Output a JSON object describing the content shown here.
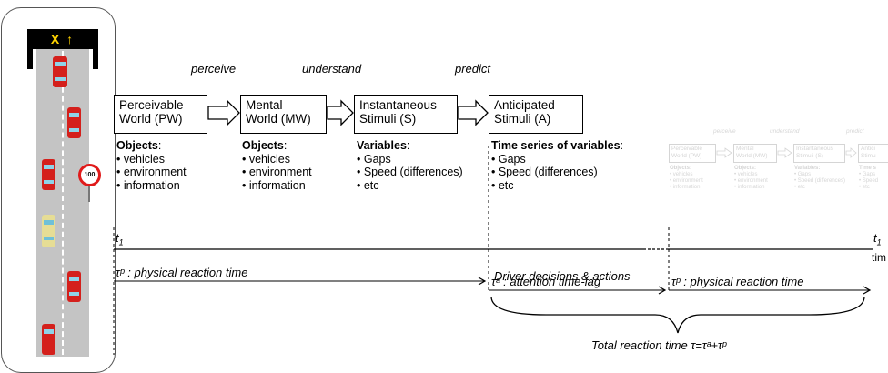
{
  "road": {
    "sign_label": "X ↑",
    "speed_sign": "100"
  },
  "stages": [
    {
      "label": "perceive"
    },
    {
      "label": "understand"
    },
    {
      "label": "predict"
    }
  ],
  "boxes": [
    {
      "label": "Perceivable\nWorld (PW)"
    },
    {
      "label": "Mental\nWorld (MW)"
    },
    {
      "label": "Instantaneous\nStimuli (S)"
    },
    {
      "label": "Anticipated\nStimuli (A)"
    }
  ],
  "lists": [
    {
      "heading": "Objects",
      "items": [
        "• vehicles",
        "• environment",
        "• information"
      ]
    },
    {
      "heading": "Objects",
      "items": [
        "• vehicles",
        "• environment",
        "• information"
      ]
    },
    {
      "heading": "Variables",
      "items": [
        "• Gaps",
        "• Speed (differences)",
        "• etc"
      ]
    },
    {
      "heading": "Time series of variables",
      "items": [
        "• Gaps",
        "• Speed (differences)",
        "• etc"
      ]
    }
  ],
  "timeline": {
    "t1_left": "t",
    "t1_sub": "1",
    "t1_right": "t",
    "t1_right_sub": "1",
    "right_cut_text": "tim"
  },
  "annotations": {
    "physical_reaction_time_1": "τᵖ : physical reaction time",
    "driver_decisions": "Driver decisions & actions",
    "attention_time_lag": "τᵃ : attention time-lag",
    "physical_reaction_time_2": "τᵖ : physical reaction time",
    "total_reaction_time": "Total reaction time τ=τᵃ+τᵖ"
  },
  "faded": {
    "stages": [
      "perceive",
      "understand",
      "predict"
    ],
    "boxes": [
      "Perceivable\nWorld (PW)",
      "Mental\nWorld (MW)",
      "Instantaneous\nStimuli (S)",
      "Antici\nStimu"
    ],
    "lists": [
      {
        "heading": "Objects:",
        "items": [
          "• vehicles",
          "• environment",
          "• information"
        ]
      },
      {
        "heading": "Objects:",
        "items": [
          "• vehicles",
          "• environment",
          "• information"
        ]
      },
      {
        "heading": "Variables:",
        "items": [
          "• Gaps",
          "• Speed (differences)",
          "• etc"
        ]
      },
      {
        "heading": "Time s",
        "items": [
          "• Gaps",
          "• Speed",
          "• etc"
        ]
      }
    ]
  }
}
